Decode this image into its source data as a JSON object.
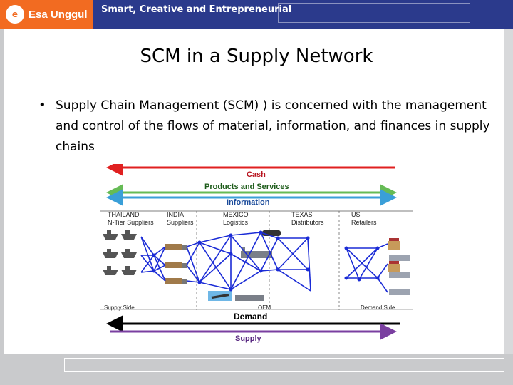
{
  "header": {
    "logo_mark": "e",
    "logo_text": "Esa Unggul",
    "tagline": "Smart, Creative and Entrepreneurial"
  },
  "slide": {
    "title": "SCM in a Supply Network",
    "bullet_symbol": "•",
    "bullet": "Supply Chain Management (SCM) ) is concerned with the management and control of the flows of material, information, and finances in supply chains"
  },
  "diagram": {
    "flows": {
      "cash": "Cash",
      "products": "Products and Services",
      "information": "Information",
      "demand": "Demand",
      "supply": "Supply"
    },
    "regions": [
      {
        "name": "THAILAND",
        "role": "N-Tier Suppliers"
      },
      {
        "name": "INDIA",
        "role": "Suppliers"
      },
      {
        "name": "MEXICO",
        "role": "Logistics"
      },
      {
        "name": "TEXAS",
        "role": "Distributors"
      },
      {
        "name": "US",
        "role": "Retailers"
      }
    ],
    "side_labels": {
      "supply_side": "Supply Side",
      "oem": "OEM",
      "demand_side": "Demand Side"
    }
  },
  "colors": {
    "header_blue": "#2b3a8c",
    "brand_orange": "#f26b21",
    "cash_red": "#e02020",
    "products_green": "#66bb55",
    "information_blue": "#3a9fd8",
    "demand_black": "#000000",
    "supply_purple": "#7a3fa0",
    "network_blue": "#1a2bd6"
  },
  "icons": [
    "university-logo",
    "ship-icon",
    "truck-icon",
    "factory-icon",
    "airplane-icon",
    "store-icon"
  ]
}
